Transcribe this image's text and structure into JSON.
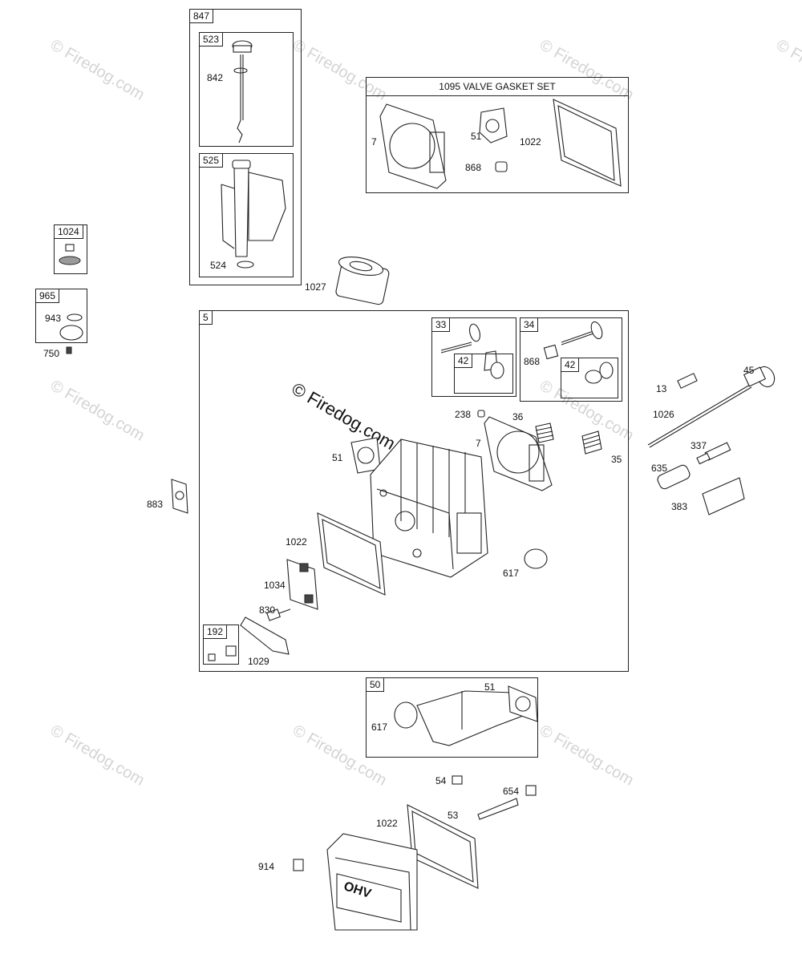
{
  "watermarks": [
    "© Firedog.com",
    "© Firedog.com",
    "© Firedog.com",
    "© Firedog.com",
    "© Firedog.com",
    "© Firedog.com",
    "© Firedog.com",
    "© Firedog.com",
    "© Firedog.com",
    "© Firedog.com"
  ],
  "box_847": {
    "tag": "847"
  },
  "box_523": {
    "tag": "523"
  },
  "box_525": {
    "tag": "525"
  },
  "box_1024": {
    "tag": "1024"
  },
  "box_965": {
    "tag": "965"
  },
  "box_1095": {
    "title": "1095 VALVE GASKET SET"
  },
  "box_5": {
    "tag": "5"
  },
  "box_33": {
    "tag": "33"
  },
  "box_34": {
    "tag": "34"
  },
  "box_42a": {
    "tag": "42"
  },
  "box_42b": {
    "tag": "42"
  },
  "box_192": {
    "tag": "192"
  },
  "box_50": {
    "tag": "50"
  },
  "labels": {
    "p842": "842",
    "p524": "524",
    "p943": "943",
    "p750": "750",
    "p1027": "1027",
    "p7a": "7",
    "p51a": "51",
    "p1022a": "1022",
    "p868a": "868",
    "p868b": "868",
    "p238": "238",
    "p36": "36",
    "p7b": "7",
    "p51b": "51",
    "p35": "35",
    "p1022b": "1022",
    "p617a": "617",
    "p1034": "1034",
    "p830": "830",
    "p1029": "1029",
    "p883": "883",
    "p13": "13",
    "p45": "45",
    "p1026": "1026",
    "p337": "337",
    "p635": "635",
    "p383": "383",
    "p51c": "51",
    "p617b": "617",
    "p54": "54",
    "p654": "654",
    "p53": "53",
    "p1022c": "1022",
    "p914": "914"
  },
  "cover_lettering": "OHV"
}
